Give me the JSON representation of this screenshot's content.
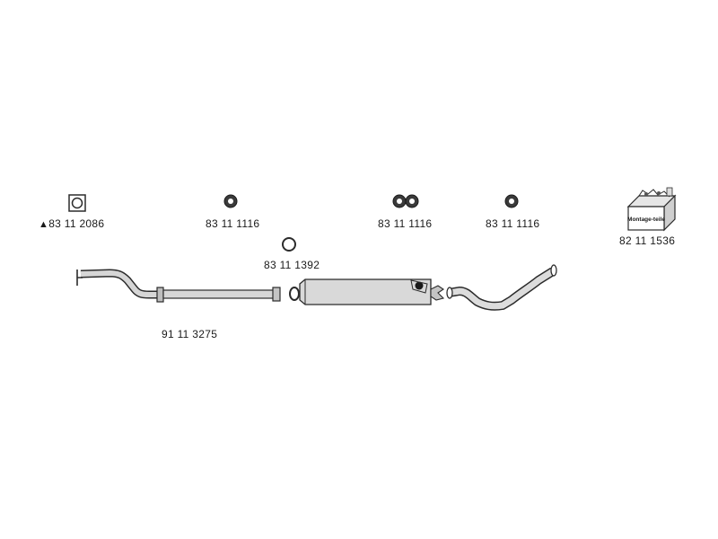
{
  "colors": {
    "line": "#2b2b2b",
    "fill": "#c9c9c9",
    "fill_dark": "#8c8c8c",
    "text": "#1a1a1a"
  },
  "parts": {
    "flange_gasket": {
      "marker": "▲",
      "number": "83 11 2086",
      "icon": "square-gasket-icon"
    },
    "rubber_mount_1": {
      "number": "83 11 1116",
      "icon": "rubber-hanger-icon"
    },
    "rubber_mount_2": {
      "number": "83 11 1116",
      "icon": "double-rubber-hanger-icon"
    },
    "rubber_mount_3": {
      "number": "83 11 1116",
      "icon": "rubber-hanger-icon"
    },
    "mounting_kit": {
      "number": "82 11 1536",
      "icon": "mounting-kit-box-icon",
      "box_text": "Montage-teile"
    },
    "seal_ring": {
      "number": "83 11 1392",
      "icon": "ring-seal-icon"
    },
    "front_pipe": {
      "number": "91 11 3275",
      "icon": "front-pipe-icon"
    }
  }
}
